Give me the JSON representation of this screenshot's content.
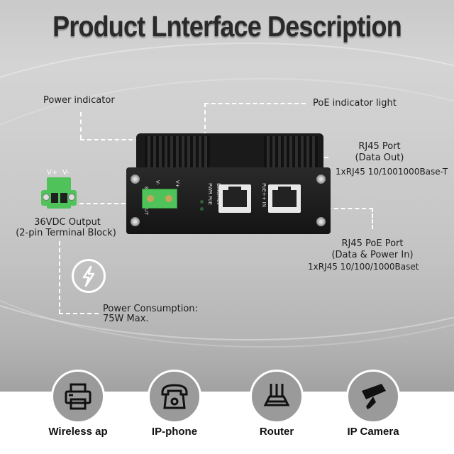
{
  "title": "Product Lnterface Description",
  "callouts": {
    "power_indicator": "Power indicator",
    "poe_indicator": "PoE indicator light",
    "rj45_data_out": {
      "line1": "RJ45 Port",
      "line2": "(Data Out)",
      "line3": "1xRJ45 10/1001000Base-T"
    },
    "dc_output": {
      "line1": "36VDC Output",
      "line2": "(2-pin Terminal Block)"
    },
    "rj45_poe_in": {
      "line1": "RJ45 PoE Port",
      "line2": "(Data & Power In)",
      "line3": "1xRJ45 10/100/1000Baset"
    },
    "power_consumption": {
      "line1": "Power Consumption:",
      "line2": "75W Max."
    }
  },
  "terminal_labels": {
    "v_plus": "V+",
    "v_minus": "V-"
  },
  "device_labels": {
    "dc_out": "36VDC OUT",
    "v_minus": "V-",
    "v_plus": "V+",
    "pwr_poe": "PWR PoE",
    "ethernet": "Ethernet",
    "poe_in": "PoE++ IN"
  },
  "applications": [
    {
      "label": "Wireless ap",
      "icon": "printer-icon"
    },
    {
      "label": "IP-phone",
      "icon": "telephone-icon"
    },
    {
      "label": "Router",
      "icon": "router-icon"
    },
    {
      "label": "IP Camera",
      "icon": "camera-icon"
    }
  ],
  "colors": {
    "terminal_green": "#4fc25a",
    "device_black": "#1a1a1a",
    "icon_circle": "#9a9a9a"
  }
}
